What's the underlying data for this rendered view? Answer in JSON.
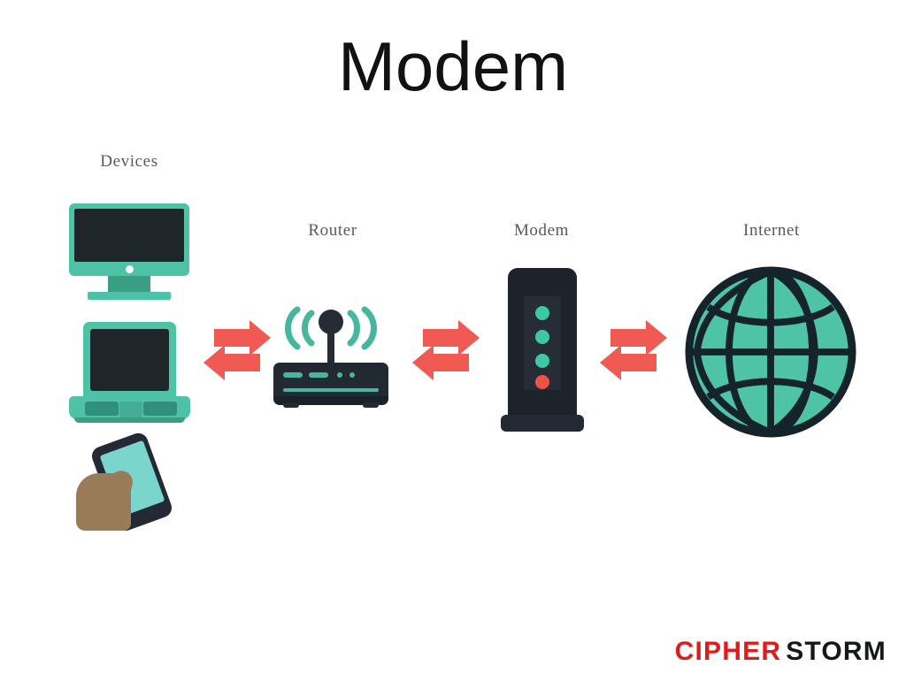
{
  "slide": {
    "title": "Modem",
    "background_color": "#ffffff"
  },
  "diagram": {
    "nodes": [
      {
        "id": "devices",
        "label": "Devices",
        "icon": "devices-stack-icon"
      },
      {
        "id": "router",
        "label": "Router",
        "icon": "wifi-router-icon"
      },
      {
        "id": "modem",
        "label": "Modem",
        "icon": "modem-tower-icon"
      },
      {
        "id": "internet",
        "label": "Internet",
        "icon": "globe-icon"
      }
    ],
    "connections": [
      {
        "id": "devices-router",
        "from": "devices",
        "to": "router",
        "style": "bidirectional-arrows"
      },
      {
        "id": "router-modem",
        "from": "router",
        "to": "modem",
        "style": "bidirectional-arrows"
      },
      {
        "id": "modem-internet",
        "from": "modem",
        "to": "internet",
        "style": "bidirectional-arrows"
      }
    ],
    "devices": [
      {
        "id": "desktop-monitor",
        "icon": "desktop-monitor-icon"
      },
      {
        "id": "laptop",
        "icon": "laptop-icon"
      },
      {
        "id": "smartphone",
        "icon": "hand-holding-phone-icon"
      }
    ],
    "modem_leds": [
      {
        "index": 1,
        "color": "#3dc9a0",
        "state": "on"
      },
      {
        "index": 2,
        "color": "#3dc9a0",
        "state": "on"
      },
      {
        "index": 3,
        "color": "#3dc9a0",
        "state": "on"
      },
      {
        "index": 4,
        "color": "#ef5244",
        "state": "alert"
      }
    ]
  },
  "colors": {
    "teal": "#4ec2a6",
    "teal_dark": "#3a9e85",
    "dark": "#1f262a",
    "arrow_red": "#f05a52",
    "led_green": "#3dc9a0",
    "led_red": "#ef5244",
    "skin": "#9a7b57",
    "phone_screen": "#7ad6cc",
    "caption": "#555a5e"
  },
  "logo": {
    "part1": "CIPHER",
    "part2": "STORM",
    "part1_color": "#e01b1b",
    "part2_color": "#16191c"
  }
}
